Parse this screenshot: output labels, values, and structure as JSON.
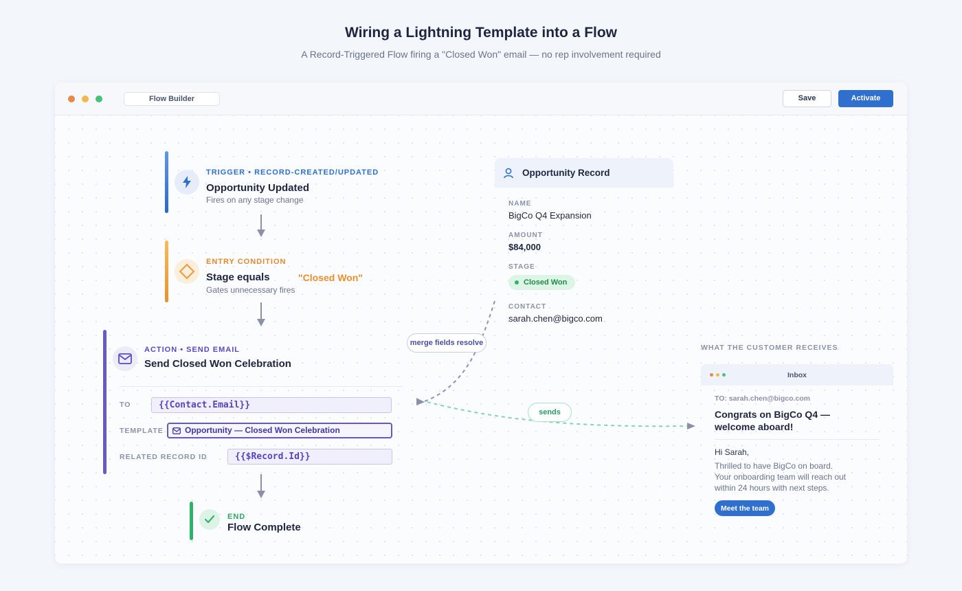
{
  "header": {
    "title": "Wiring a Lightning Template into a Flow",
    "subtitle": "A Record-Triggered Flow firing a \"Closed Won\" email — no rep involvement required"
  },
  "window": {
    "tab_label": "Flow Builder",
    "save_label": "Save",
    "activate_label": "Activate"
  },
  "flow": {
    "trigger": {
      "kicker": "TRIGGER • RECORD-CREATED/UPDATED",
      "title": "Opportunity Updated",
      "subtitle": "Fires on any stage change"
    },
    "condition": {
      "kicker": "ENTRY CONDITION",
      "title": "Stage equals",
      "value": "\"Closed Won\"",
      "subtitle": "Gates unnecessary fires"
    },
    "action": {
      "kicker": "ACTION • SEND EMAIL",
      "title": "Send Closed Won Celebration",
      "to_label": "TO",
      "to_value": "{{Contact.Email}}",
      "template_label": "TEMPLATE",
      "template_value": "Opportunity — Closed Won Celebration",
      "related_label": "RELATED RECORD ID",
      "related_value": "{{$Record.Id}}"
    },
    "end": {
      "kicker": "END",
      "title": "Flow Complete"
    }
  },
  "record": {
    "title": "Opportunity Record",
    "name_label": "NAME",
    "name_value": "BigCo Q4 Expansion",
    "amount_label": "AMOUNT",
    "amount_value": "$84,000",
    "stage_label": "STAGE",
    "stage_value": "Closed Won",
    "contact_label": "CONTACT",
    "contact_value": "sarah.chen@bigco.com"
  },
  "connectors": {
    "merge_label": "merge fields resolve",
    "sends_label": "sends"
  },
  "email": {
    "section_label": "WHAT THE CUSTOMER RECEIVES",
    "inbox_label": "Inbox",
    "to_line": "TO: sarah.chen@bigco.com",
    "subject_line1": "Congrats on BigCo Q4 —",
    "subject_line2": "welcome aboard!",
    "greeting": "Hi Sarah,",
    "body_line1": "Thrilled to have BigCo on board.",
    "body_line2": "Your onboarding team will reach out",
    "body_line3": "within 24 hours with next steps.",
    "button_label": "Meet the team"
  },
  "colors": {
    "trigger": "#3f7fd6",
    "condition": "#f0a23b",
    "action": "#6a57c8",
    "end": "#2fb36b",
    "primary_button": "#2f6fcd"
  }
}
